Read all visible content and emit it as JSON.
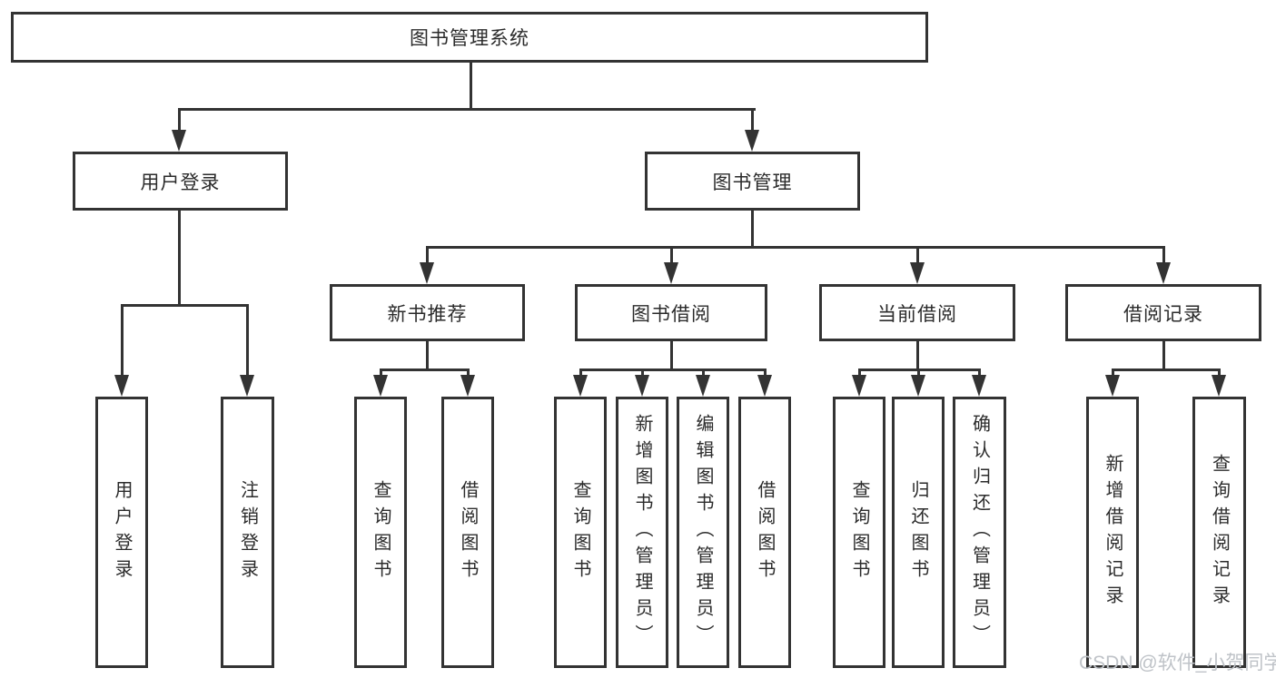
{
  "diagram": {
    "root_label": "图书管理系统",
    "user_branch": {
      "label": "用户登录",
      "leaves": [
        "用户登录",
        "注销登录"
      ]
    },
    "book_branch": {
      "label": "图书管理",
      "sections": [
        {
          "label": "新书推荐",
          "leaves": [
            "查询图书",
            "借阅图书"
          ]
        },
        {
          "label": "图书借阅",
          "leaves": [
            "查询图书",
            "新增图书（管理员）",
            "编辑图书（管理员）",
            "借阅图书"
          ]
        },
        {
          "label": "当前借阅",
          "leaves": [
            "查询图书",
            "归还图书",
            "确认归还（管理员）"
          ]
        },
        {
          "label": "借阅记录",
          "leaves": [
            "新增借阅记录",
            "查询借阅记录"
          ]
        }
      ]
    },
    "watermark": "CSDN @软件_小贺同学",
    "colors": {
      "line": "#333333",
      "box_background": "#ffffff",
      "text": "#2b2b2b",
      "watermark": "#bfc3c8"
    }
  }
}
